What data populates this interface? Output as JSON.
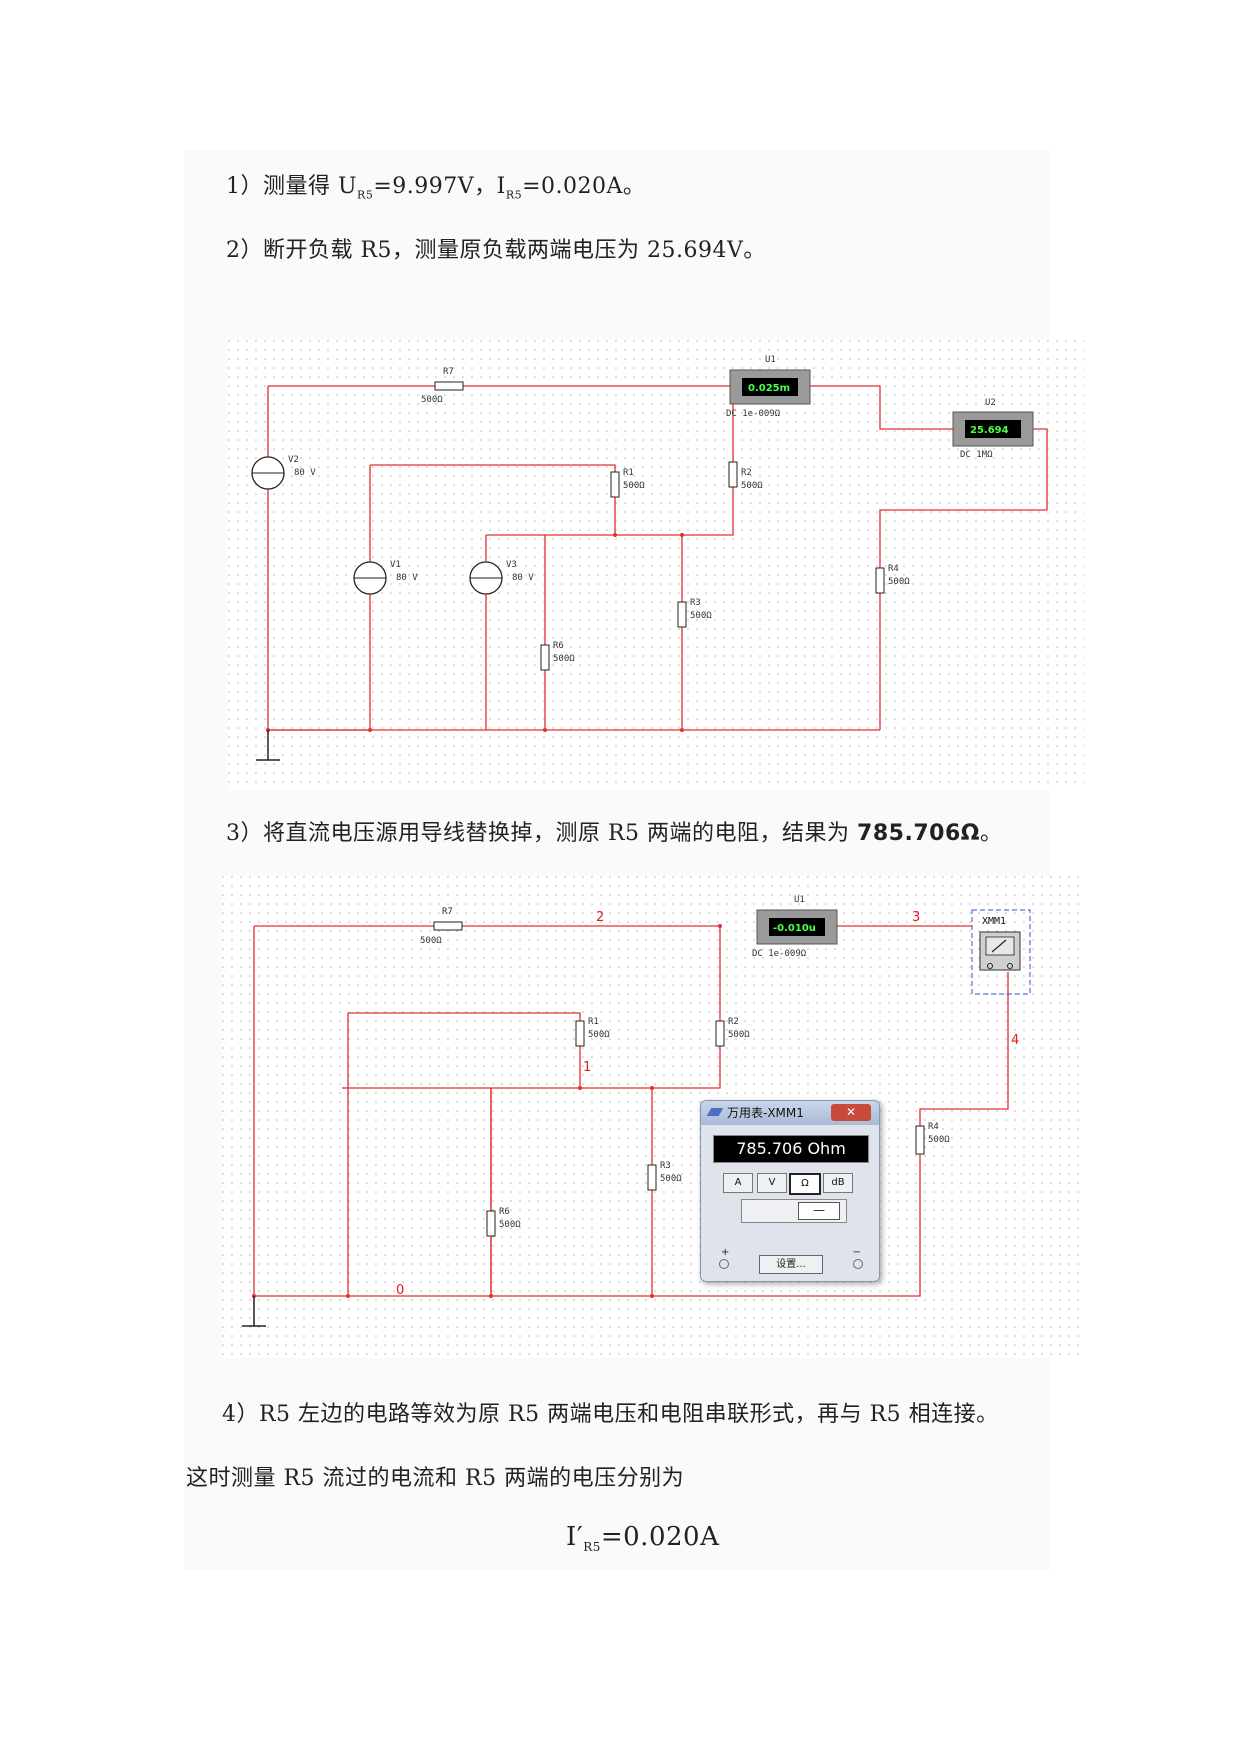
{
  "doc": {
    "p1": {
      "prefix": "1）测量得 U",
      "sub1": "R5",
      "mid": "=9.997V，I",
      "sub2": "R5",
      "suffix": "=0.020A。"
    },
    "p2": "2）断开负载 R5，测量原负载两端电压为 25.694V。",
    "p3": {
      "text": "3）将直流电压源用导线替换掉，测原 R5 两端的电阻，结果为 ",
      "value": "785.706Ω",
      "end": "。"
    },
    "p4": "4）R5 左边的电路等效为原 R5 两端电压和电阻串联形式，再与 R5 相连接。",
    "p5": "这时测量 R5 流过的电流和 R5 两端的电压分别为",
    "p6": {
      "prefix": "I′",
      "sub": "R5",
      "suffix": "=0.020A"
    }
  },
  "fig1": {
    "u1": {
      "name": "U1",
      "value": "0.025m",
      "mode": "DC  1e-009Ω"
    },
    "u2": {
      "name": "U2",
      "value": "25.694",
      "mode": "DC  1MΩ"
    },
    "r7": {
      "name": "R7",
      "value": "500Ω"
    },
    "r1": {
      "name": "R1",
      "value": "500Ω"
    },
    "r2": {
      "name": "R2",
      "value": "500Ω"
    },
    "r3": {
      "name": "R3",
      "value": "500Ω"
    },
    "r4": {
      "name": "R4",
      "value": "500Ω"
    },
    "r6": {
      "name": "R6",
      "value": "500Ω"
    },
    "v1": {
      "name": "V1",
      "value": "80 V"
    },
    "v2": {
      "name": "V2",
      "value": "80 V"
    },
    "v3": {
      "name": "V3",
      "value": "80 V"
    }
  },
  "fig2": {
    "u1": {
      "name": "U1",
      "value": "-0.010u",
      "mode": "DC  1e-009Ω"
    },
    "xmm": "XMM1",
    "r7": {
      "name": "R7",
      "value": "500Ω"
    },
    "r1": {
      "name": "R1",
      "value": "500Ω"
    },
    "r2": {
      "name": "R2",
      "value": "500Ω"
    },
    "r3": {
      "name": "R3",
      "value": "500Ω"
    },
    "r4": {
      "name": "R4",
      "value": "500Ω"
    },
    "r6": {
      "name": "R6",
      "value": "500Ω"
    },
    "nodes": {
      "n0": "0",
      "n1": "1",
      "n2": "2",
      "n3": "3",
      "n4": "4"
    }
  },
  "dmm": {
    "title": "万用表-XMM1",
    "close": "✕",
    "reading": "785.706 Ohm",
    "btn_a": "A",
    "btn_v": "V",
    "btn_ohm": "Ω",
    "btn_db": "dB",
    "ac_dc": "—",
    "settings": "设置...",
    "plus": "+",
    "minus": "−"
  }
}
